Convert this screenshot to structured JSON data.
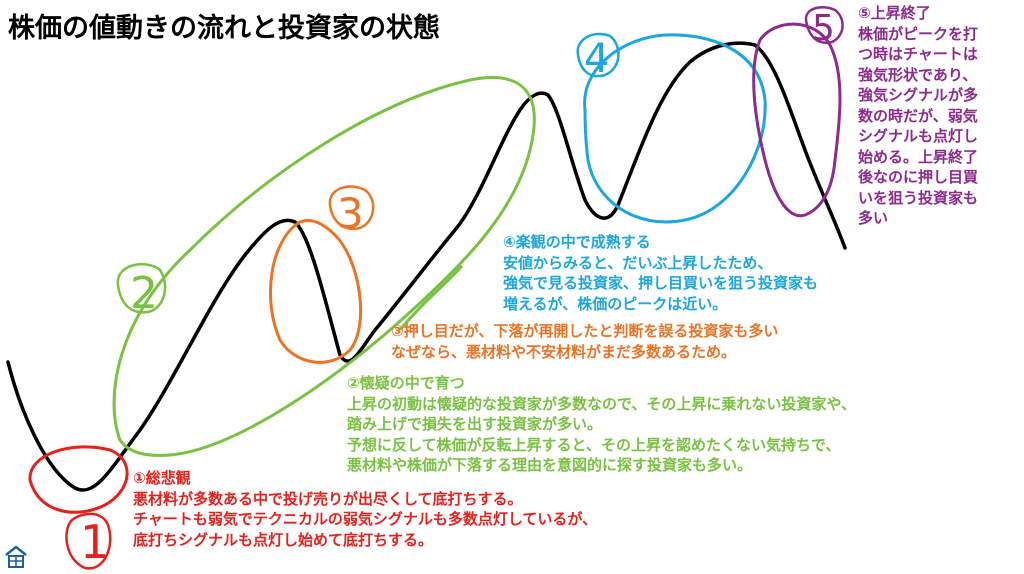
{
  "title": "株価の値動きの流れと投資家の状態",
  "marks": {
    "m1": "1",
    "m2": "2",
    "m3": "3",
    "m4": "4",
    "m5": "5"
  },
  "colors": {
    "phase1": "#e8201c",
    "phase2": "#7ac143",
    "phase3": "#ed7223",
    "phase4": "#1ba6e0",
    "phase5": "#8e2a8e",
    "price_line": "#000000"
  },
  "notes": {
    "phase1": {
      "heading": "①総悲観",
      "lines": [
        "悪材料が多数ある中で投げ売りが出尽くして底打ちする。",
        "チャートも弱気でテクニカルの弱気シグナルも多数点灯しているが、",
        "底打ちシグナルも点灯し始めて底打ちする。"
      ]
    },
    "phase2": {
      "heading": "②懐疑の中で育つ",
      "lines": [
        "上昇の初動は懐疑的な投資家が多数なので、その上昇に乗れない投資家や、",
        "踏み上げで損失を出す投資家が多い。",
        "予想に反して株価が反転上昇すると、その上昇を認めたくない気持ちで、",
        "悪材料や株価が下落する理由を意図的に探す投資家も多い。"
      ]
    },
    "phase3": {
      "heading": "③押し目だが、下落が再開したと判断を誤る投資家も多い",
      "lines": [
        "なぜなら、悪材料や不安材料がまだ多数あるため。"
      ]
    },
    "phase4": {
      "heading": "④楽観の中で成熟する",
      "lines": [
        "安値からみると、だいぶ上昇したため、",
        "強気で見る投資家、押し目買いを狙う投資家も",
        "増えるが、株価のピークは近い。"
      ]
    },
    "phase5": {
      "heading": "⑤上昇終了",
      "lines": [
        "株価がピークを打",
        "つ時はチャートは",
        "強気形状であり、",
        "強気シグナルが多",
        "数の時だが、弱気",
        "シグナルも点灯し",
        "始める。上昇終了",
        "後なのに押し目買",
        "いを狙う投資家も",
        "多い"
      ]
    }
  }
}
